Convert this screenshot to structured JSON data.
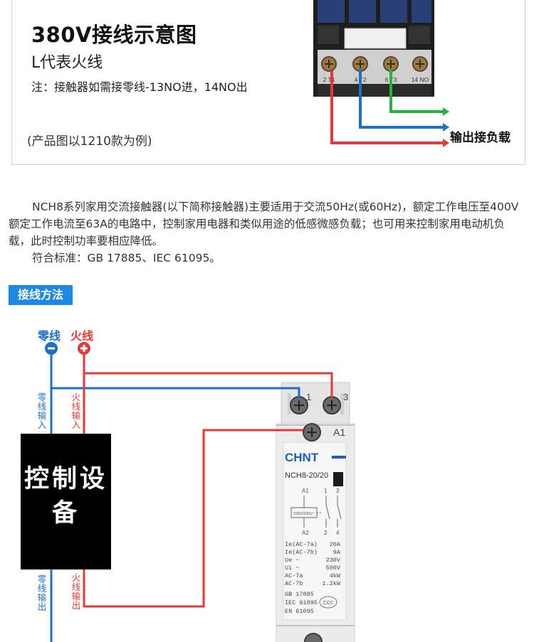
{
  "header": {
    "title": "380V接线示意图",
    "subtitle": "L代表火线",
    "note": "注：接触器如需接零线-13NO进，14NO出",
    "example": "(产品图以1210款为例)",
    "load_label": "输出接负载",
    "terminals": [
      "2 T1",
      "4 T2",
      "6 T3",
      "14 NO"
    ]
  },
  "description": {
    "para1": "NCH8系列家用交流接触器(以下简称接触器)主要适用于交流50Hz(或60Hz)，额定工作电压至400V额定工作电流至63A的电路中，控制家用电器和类似用途的低感微感负载；也可用来控制家用电动机负载，此时控制功率要相应降低。",
    "para2": "符合标准：GB 17885、IEC 61095。"
  },
  "wiring": {
    "section_title": "接线方法",
    "neutral_label": "零线",
    "live_label": "火线",
    "neutral_in": "零线输入",
    "live_in": "火线输入",
    "neutral_out": "零线输出",
    "live_out": "火线输出",
    "control_device": "控制设备",
    "colors": {
      "neutral": "#1e6fc8",
      "live": "#e53935",
      "green": "#22b53a",
      "section": "#1e88e5"
    }
  },
  "contactor": {
    "terminal_1": "1",
    "terminal_3": "3",
    "terminal_a1": "A1",
    "brand": "CHNT",
    "model": "NCH8-20/20",
    "coil_voltage": "220V/230V~",
    "diagram_top": [
      "A1",
      "1",
      "3"
    ],
    "diagram_bottom": [
      "A2",
      "2",
      "4"
    ],
    "specs": [
      {
        "label": "Ie(AC-7a)",
        "value": "20A"
      },
      {
        "label": "Ie(AC-7b)",
        "value": "9A"
      },
      {
        "label": "Ue  ~",
        "value": "230V"
      },
      {
        "label": "Ui  ~",
        "value": "500V"
      },
      {
        "label": "AC-7a",
        "value": "4kW"
      },
      {
        "label": "AC-7b",
        "value": "1.2kW"
      }
    ],
    "standards": [
      "GB 17885",
      "IEC 61095",
      "EN 61095"
    ],
    "cert": "CCC"
  }
}
